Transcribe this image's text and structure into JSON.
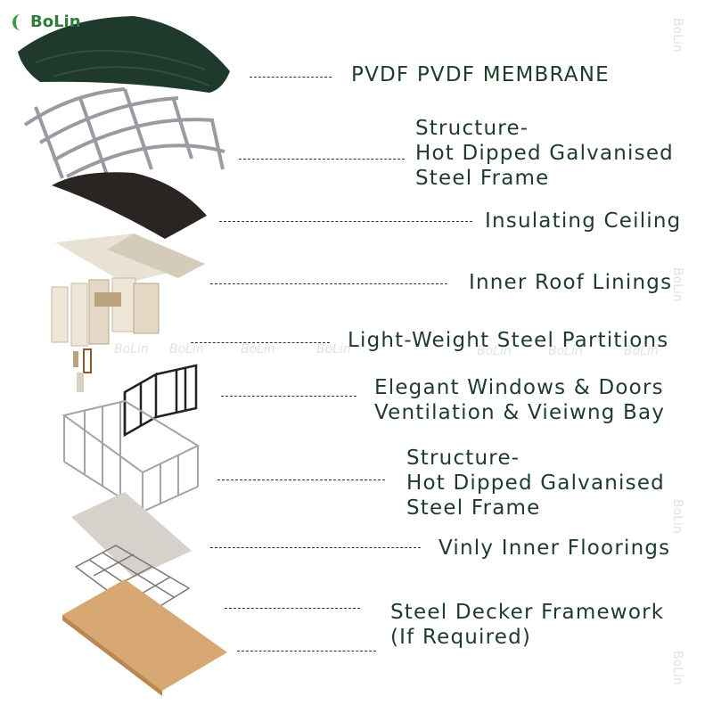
{
  "brand": {
    "logo_text": "BoLin",
    "watermark_text": "BoLin"
  },
  "layers": [
    {
      "lines": [
        "PVDF  PVDF MEMBRANE"
      ]
    },
    {
      "lines": [
        "Structure-",
        "Hot Dipped Galvanised",
        "Steel Frame"
      ]
    },
    {
      "lines": [
        "Insulating Ceiling"
      ]
    },
    {
      "lines": [
        "Inner Roof Linings"
      ]
    },
    {
      "lines": [
        "Light-Weight Steel Partitions"
      ]
    },
    {
      "lines": [
        "Elegant Windows & Doors",
        "Ventilation & Vieiwng Bay"
      ]
    },
    {
      "lines": [
        "Structure-",
        "Hot Dipped Galvanised",
        "Steel Frame"
      ]
    },
    {
      "lines": [
        "Vinly Inner Floorings"
      ]
    },
    {
      "lines": [
        "Steel Decker Framework",
        "(If Required)"
      ]
    }
  ],
  "colors": {
    "label_text": "#1f3b2a",
    "logo": "#2f7d3a",
    "membrane": "#1f3a2c",
    "ceiling": "#2a2522",
    "deck": "#d7a873"
  }
}
